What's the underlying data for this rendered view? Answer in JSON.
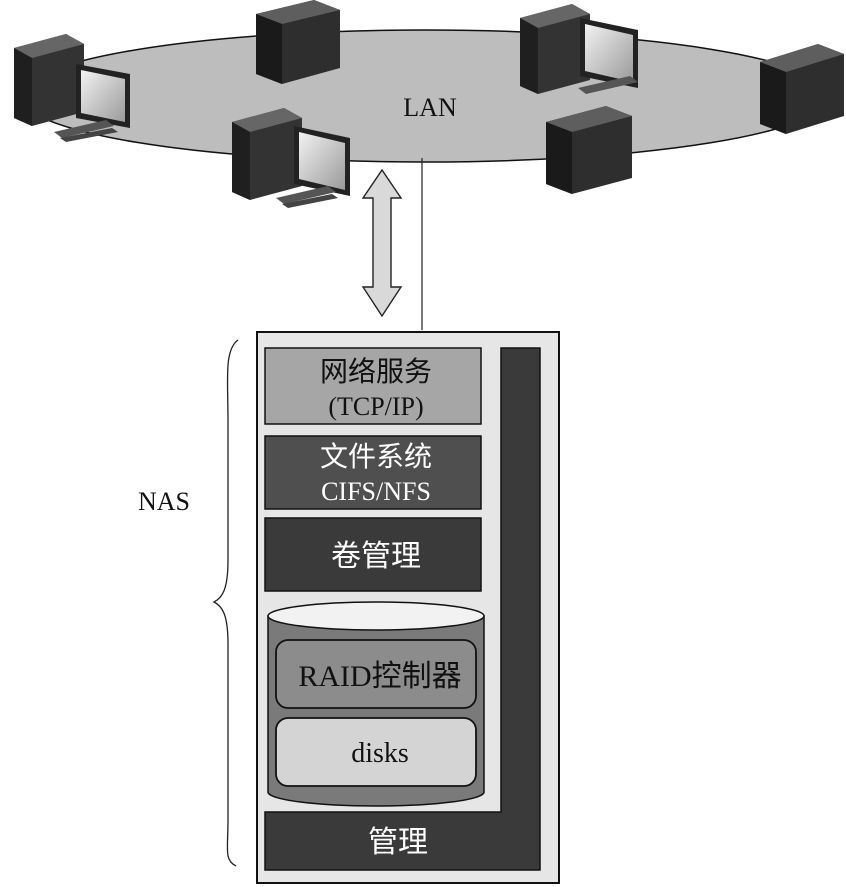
{
  "lan": {
    "label": "LAN"
  },
  "nas": {
    "label": "NAS"
  },
  "stack": {
    "network_service": {
      "line1": "网络服务",
      "line2": "(TCP/IP)"
    },
    "file_system": {
      "line1": "文件系统",
      "line2": "CIFS/NFS"
    },
    "volume_mgmt": {
      "label": "卷管理"
    },
    "raid_controller": {
      "label": "RAID控制器"
    },
    "disks": {
      "label": "disks"
    },
    "management": {
      "label": "管理"
    }
  },
  "colors": {
    "lan_fill": "#bdbdbd",
    "cabinet_fill": "#e6e6e6",
    "dark_block": "#3a3a3a",
    "mid_block": "#4f4f4f",
    "light_block": "#a6a6a6",
    "raid_fill": "#8c8c8c",
    "disks_fill": "#d4d4d4"
  }
}
